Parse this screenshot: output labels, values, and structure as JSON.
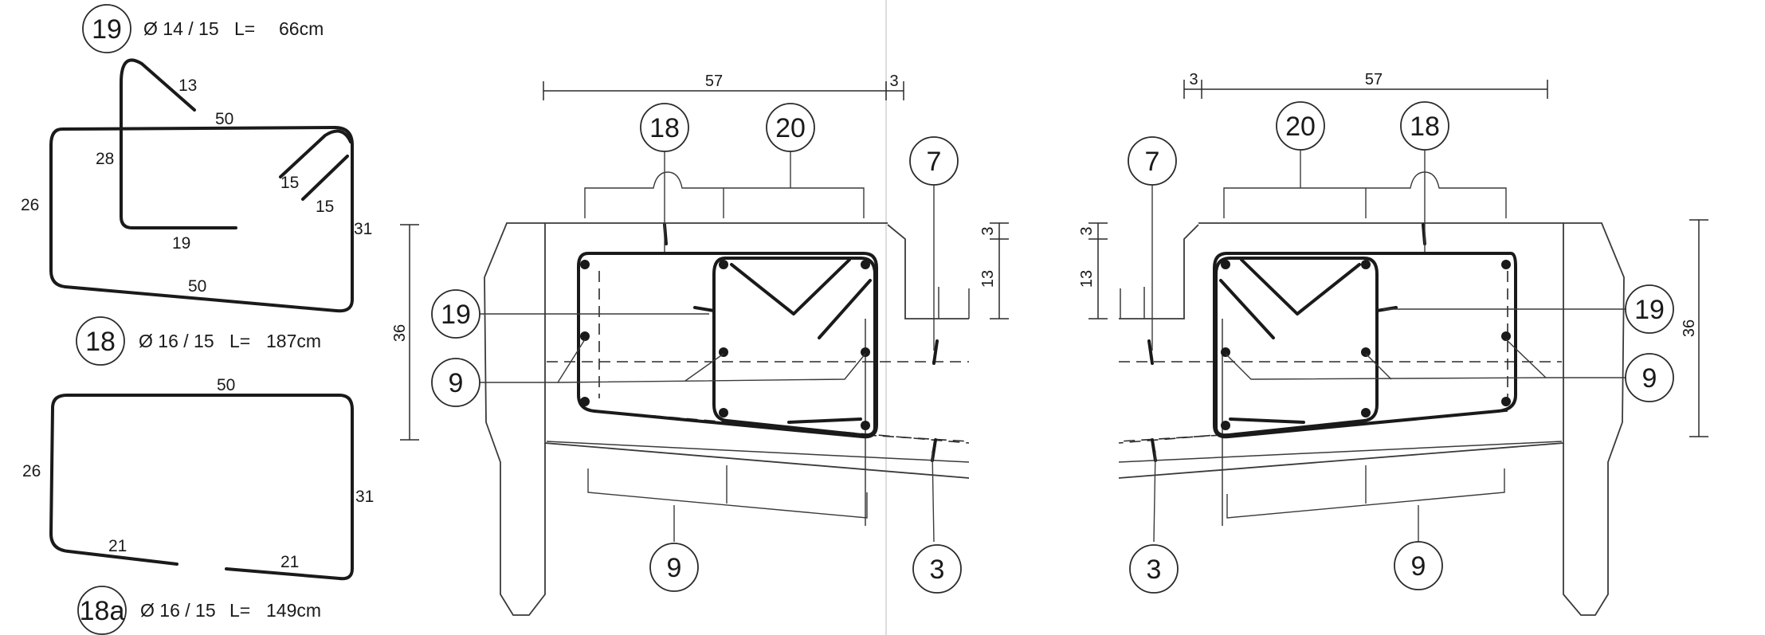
{
  "bar_shapes": [
    {
      "mark": "19",
      "spec": "Ø 14 / 15",
      "length_label": "L=",
      "length_value": "66cm",
      "segments": [
        "13",
        "28",
        "19"
      ]
    },
    {
      "mark": "18",
      "spec": "Ø 16 / 15",
      "length_label": "L=",
      "length_value": "187cm",
      "segments": [
        "50",
        "15",
        "15",
        "26",
        "31",
        "50"
      ]
    },
    {
      "mark": "18a",
      "spec": "Ø 16 / 15",
      "length_label": "L=",
      "length_value": "149cm",
      "segments": [
        "50",
        "26",
        "31",
        "21",
        "21"
      ]
    }
  ],
  "sections": [
    {
      "dims": {
        "width": "57",
        "offset": "3",
        "height": "36",
        "top": "3",
        "middle": "13"
      },
      "bubbles": [
        "18",
        "20",
        "7",
        "19",
        "9",
        "9",
        "3"
      ]
    },
    {
      "dims": {
        "width": "57",
        "offset": "3",
        "height": "36",
        "top": "3",
        "middle": "13"
      },
      "bubbles": [
        "20",
        "18",
        "7",
        "19",
        "9",
        "3",
        "9"
      ]
    }
  ]
}
